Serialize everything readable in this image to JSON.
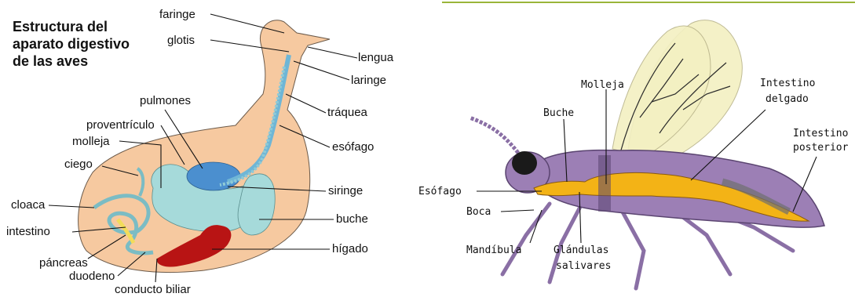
{
  "bird": {
    "title_lines": [
      "Estructura del",
      "aparato digestivo",
      "de las aves"
    ],
    "labels": {
      "faringe": "faringe",
      "glotis": "glotis",
      "lengua": "lengua",
      "laringe": "laringe",
      "traquea": "tráquea",
      "esofago": "esófago",
      "pulmones": "pulmones",
      "proventriculo": "proventrículo",
      "molleja": "molleja",
      "ciego": "ciego",
      "siringe": "siringe",
      "cloaca": "cloaca",
      "buche": "buche",
      "intestino": "intestino",
      "higado": "hígado",
      "pancreas": "páncreas",
      "duodeno": "duodeno",
      "conducto_biliar": "conducto biliar"
    }
  },
  "insect": {
    "labels": {
      "molleja": "Molleja",
      "buche": "Buche",
      "intestino_delgado": [
        "Intestino",
        "delgado"
      ],
      "intestino_posterior": [
        "Intestino",
        "posterior"
      ],
      "esofago": "Esófago",
      "boca": "Boca",
      "mandibula": "Mandíbula",
      "glandulas": [
        "Glándulas",
        "salivares"
      ]
    }
  },
  "colors": {
    "bird_body": "#f6c9a0",
    "organ_teal": "#a6dada",
    "lung_blue": "#4b8fcf",
    "liver_red": "#b81414",
    "pancreas_yellow": "#f2dc5a",
    "insect_purple": "#9c7fb5",
    "gut_yellow": "#f3b316",
    "wing_cream": "#f3f0c2",
    "top_rule_green": "#9ab53a"
  }
}
